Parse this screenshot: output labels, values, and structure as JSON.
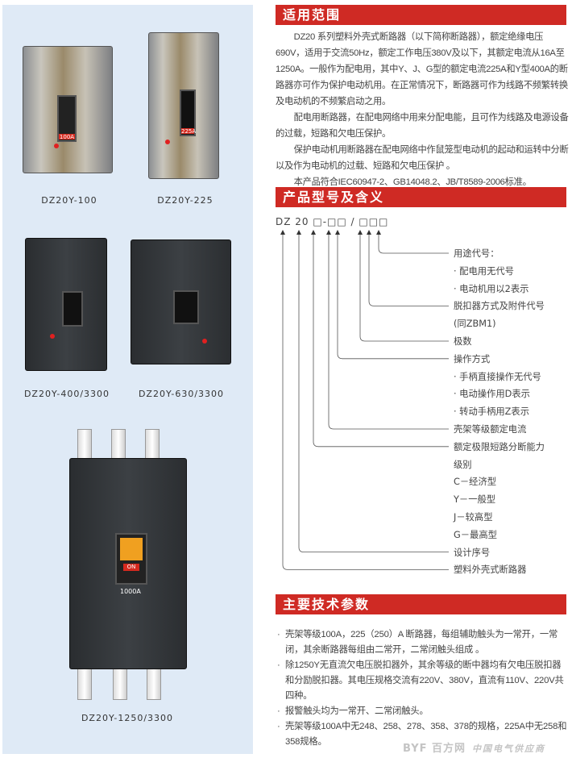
{
  "products": [
    {
      "caption": "DZ20Y-100",
      "rating": "100A"
    },
    {
      "caption": "DZ20Y-225",
      "rating": "225A"
    },
    {
      "caption": "DZ20Y-400/3300"
    },
    {
      "caption": "DZ20Y-630/3300"
    },
    {
      "caption": "DZ20Y-1250/3300",
      "rating": "1000A",
      "handle": "ON"
    }
  ],
  "scope": {
    "title": "适用范围",
    "paragraphs": [
      "DZ20 系列塑料外壳式断路器（以下简称断路器），额定绝缘电压690V，适用于交流50Hz，额定工作电压380V及以下，其额定电流从16A至1250A。一般作为配电用，其中Y、J、G型的额定电流225A和Y型400A的断路器亦可作为保护电动机用。在正常情况下，断路器可作为线路不频繁转换及电动机的不频繁启动之用。",
      "配电用断路器，在配电网络中用来分配电能，且可作为线路及电源设备的过载，短路和欠电压保护。",
      "保护电动机用断路器在配电网络中作鼠笼型电动机的起动和运转中分断以及作为电动机的过载、短路和欠电压保护 。",
      "本产品符合IEC60947-2、GB14048.2、JB/T8589-2006标准。"
    ]
  },
  "model": {
    "title": "产品型号及含义",
    "code": "DZ 20 □-□□ / □□□",
    "labels": [
      "用途代号：",
      "· 配电用无代号",
      "· 电动机用以2表示",
      "脱扣器方式及附件代号",
      "(同ZBM1)",
      "极数",
      "操作方式",
      "· 手柄直接操作无代号",
      "· 电动操作用D表示",
      "· 转动手柄用Z表示",
      "壳架等级额定电流",
      "额定极限短路分断能力",
      "级别",
      "C－经济型",
      "Y－一般型",
      "J－较高型",
      "G－最高型",
      "设计序号",
      "塑料外壳式断路器"
    ]
  },
  "specs": {
    "title": "主要技术参数",
    "items": [
      "壳架等级100A，225（250）A 断路器，每组辅助触头为一常开，一常闭，其余断路器每组由二常开，二常闭触头组成 。",
      "除1250Y无直流欠电压脱扣器外，其余等级的断中器均有欠电压脱扣器和分励脱扣器。其电压规格交流有220V、380V，直流有110V、220V共四种。",
      "报警触头均为一常开、二常闭触头。",
      "壳架等级100A中无248、258、278、358、378的规格，225A中无258和358规格。"
    ]
  },
  "watermark": {
    "logo": "BYF 百方网",
    "sub": "中国电气供应商"
  },
  "colors": {
    "accent": "#cf2a24",
    "panel": "#dfeaf6"
  }
}
